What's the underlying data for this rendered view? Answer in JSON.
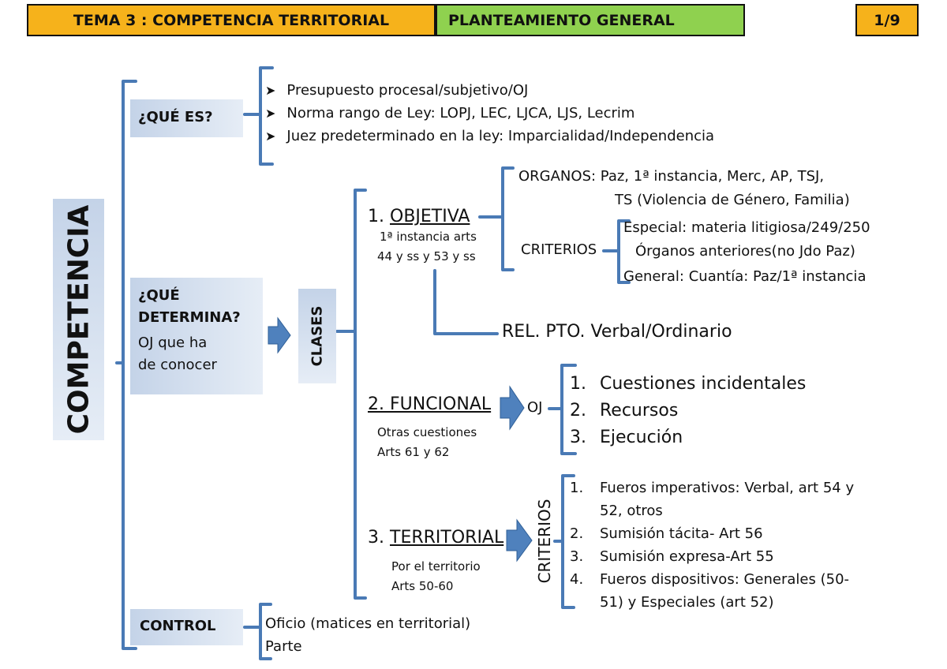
{
  "header": {
    "tema": "TEMA 3 : COMPETENCIA TERRITORIAL",
    "planteamiento": "PLANTEAMIENTO GENERAL",
    "page": "1/9"
  },
  "colors": {
    "tema_bg": "#f6b21b",
    "planteamiento_bg": "#8fd14f",
    "page_bg": "#f6b21b",
    "bracket": "#4a7ab5",
    "arrow": "#4f81bd"
  },
  "root": "COMPETENCIA",
  "que_es": {
    "label": "¿QUÉ ES?",
    "items": [
      "Presupuesto procesal/subjetivo/OJ",
      "Norma rango de Ley: LOPJ, LEC, LJCA, LJS, Lecrim",
      "Juez predeterminado en la ley: Imparcialidad/Independencia"
    ]
  },
  "que_determina": {
    "title_line1": "¿QUÉ",
    "title_line2": "DETERMINA?",
    "desc_line1": "OJ que ha",
    "desc_line2": "de conocer"
  },
  "clases": "CLASES",
  "objetiva": {
    "num": "1.",
    "label": "OBJETIVA",
    "sub1": "1ª instancia arts",
    "sub2": "44 y ss y 53 y ss",
    "organos_line1": "ORGANOS: Paz, 1ª instancia, Merc, AP, TSJ,",
    "organos_line2": "TS (Violencia de Género, Familia)",
    "criterios": "CRITERIOS",
    "especial": "Especial: materia litigiosa/249/250",
    "organos_ant": "Órganos anteriores(no Jdo Paz)",
    "general": "General: Cuantía: Paz/1ª instancia",
    "rel": "REL. PTO. Verbal/Ordinario"
  },
  "funcional": {
    "label": "2. FUNCIONAL",
    "sub1": "Otras cuestiones",
    "sub2": "Arts 61 y 62",
    "oj": "OJ",
    "items": [
      {
        "n": "1.",
        "t": "Cuestiones incidentales"
      },
      {
        "n": "2.",
        "t": "Recursos"
      },
      {
        "n": "3.",
        "t": "Ejecución"
      }
    ]
  },
  "territorial": {
    "num": "3.",
    "label": "TERRITORIAL",
    "sub1": "Por el territorio",
    "sub2": "Arts 50-60",
    "criterios": "CRITERIOS",
    "items": [
      {
        "n": "1.",
        "l1": "Fueros imperativos: Verbal, art 54 y",
        "l2": "52, otros"
      },
      {
        "n": "2.",
        "l1": "Sumisión tácita- Art 56",
        "l2": ""
      },
      {
        "n": "3.",
        "l1": "Sumisión expresa-Art 55",
        "l2": ""
      },
      {
        "n": "4.",
        "l1": "Fueros dispositivos: Generales (50-",
        "l2": "51) y Especiales (art 52)"
      }
    ]
  },
  "control": {
    "label": "CONTROL",
    "items": [
      "Oficio (matices en territorial)",
      "Parte"
    ]
  }
}
